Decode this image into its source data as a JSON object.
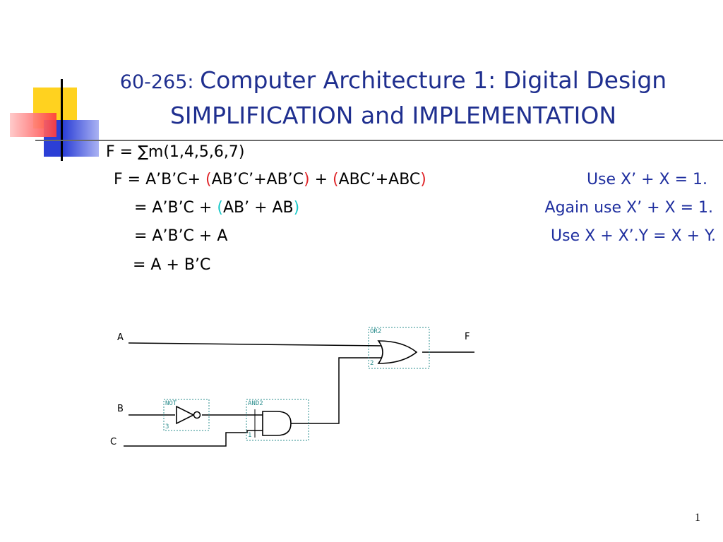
{
  "slide": {
    "title_prefix": "60-265: ",
    "title_main": "Computer Architecture 1: Digital Design",
    "title_sub": "SIMPLIFICATION and IMPLEMENTATION",
    "page_number": "1"
  },
  "equations": {
    "line1": "F    =  ∑m(1,4,5,6,7)",
    "line2": {
      "lead": "F  = A’B’C+ ",
      "paren_open_1": "(",
      "group1": "AB’C’+AB’C",
      "paren_close_1": ")",
      "plus": " + ",
      "paren_open_2": "(",
      "group2": "ABC’+ABC",
      "paren_close_2": ")"
    },
    "line3": {
      "lead": "= A’B’C + ",
      "paren_open": "(",
      "group": "AB’ + AB",
      "paren_close": ")"
    },
    "line4": "= A’B’C + A",
    "line5": "= A + B’C"
  },
  "notes": {
    "note1": "Use X’ + X = 1.",
    "note2": "Again use X’ + X = 1.",
    "note3": "Use X + X’.Y = X + Y."
  },
  "circuit": {
    "inputs": {
      "a": "A",
      "b": "B",
      "c": "C"
    },
    "output": "F",
    "or_gate": {
      "name": "OR2",
      "pin": "2"
    },
    "not_gate": {
      "name": "NOT",
      "pin": "3"
    },
    "and_gate": {
      "name": "AND2",
      "pin": "1"
    }
  },
  "colors": {
    "title_blue": "#1f2f8f",
    "paren_red": "#e0262a",
    "paren_cyan": "#19c9c9",
    "note_blue": "#1f2f9f",
    "logo_yellow": "#ffd21f",
    "logo_blue": "#2b3fd6",
    "logo_red": "#ff3b3b"
  }
}
